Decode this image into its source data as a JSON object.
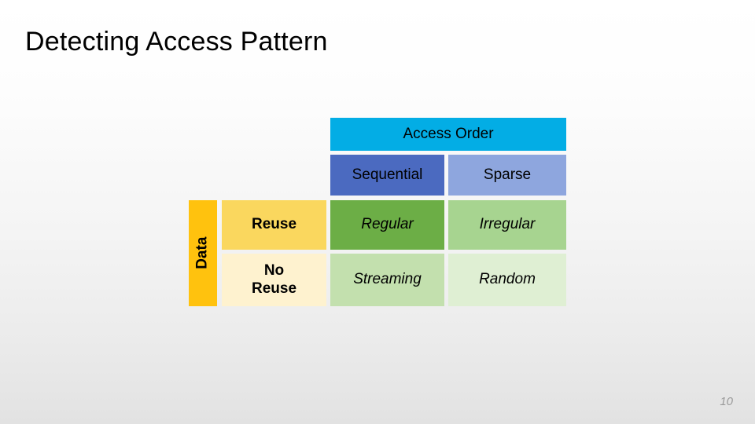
{
  "slide": {
    "title": "Detecting Access Pattern",
    "page_number": "10"
  },
  "matrix": {
    "column_axis_label": "Access Order",
    "row_axis_label": "Data",
    "column_headers": [
      {
        "label": "Sequential",
        "color": "#4B6AC0"
      },
      {
        "label": "Sparse",
        "color": "#8EA6DE"
      }
    ],
    "row_headers": [
      {
        "label": "Reuse",
        "color": "#FAD75E"
      },
      {
        "label": "No\nReuse",
        "line1": "No",
        "line2": "Reuse",
        "color": "#FEF2CF"
      }
    ],
    "cells": [
      {
        "label": "Regular",
        "row": "Reuse",
        "column": "Sequential",
        "color": "#6CAE46"
      },
      {
        "label": "Irregular",
        "row": "Reuse",
        "column": "Sparse",
        "color": "#A7D490"
      },
      {
        "label": "Streaming",
        "row": "No Reuse",
        "column": "Sequential",
        "color": "#C3E0AE"
      },
      {
        "label": "Random",
        "row": "No Reuse",
        "column": "Sparse",
        "color": "#DFEFD3"
      }
    ],
    "colors": {
      "access_order_header": "#03ADE5",
      "data_axis": "#FFC20E",
      "background_top": "#FFFFFF",
      "background_bottom": "#E2E2E2"
    }
  }
}
